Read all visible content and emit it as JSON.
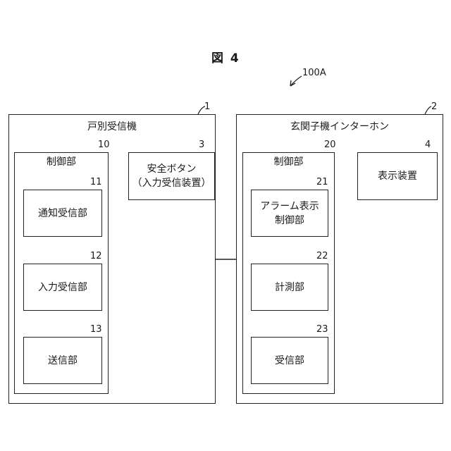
{
  "figure": {
    "title": "図 4",
    "system_ref": "100A"
  },
  "left_unit": {
    "ref": "1",
    "title": "戸別受信機",
    "controller": {
      "ref": "10",
      "title": "制御部",
      "blocks": [
        {
          "ref": "11",
          "label": "通知受信部"
        },
        {
          "ref": "12",
          "label": "入力受信部"
        },
        {
          "ref": "13",
          "label": "送信部"
        }
      ]
    },
    "button": {
      "ref": "3",
      "line1": "安全ボタン",
      "line2": "（入力受信装置）"
    }
  },
  "right_unit": {
    "ref": "2",
    "title": "玄関子機インターホン",
    "controller": {
      "ref": "20",
      "title": "制御部",
      "blocks": [
        {
          "ref": "21",
          "line1": "アラーム表示",
          "line2": "制御部"
        },
        {
          "ref": "22",
          "label": "計測部"
        },
        {
          "ref": "23",
          "label": "受信部"
        }
      ]
    },
    "display": {
      "ref": "4",
      "label": "表示装置"
    }
  }
}
